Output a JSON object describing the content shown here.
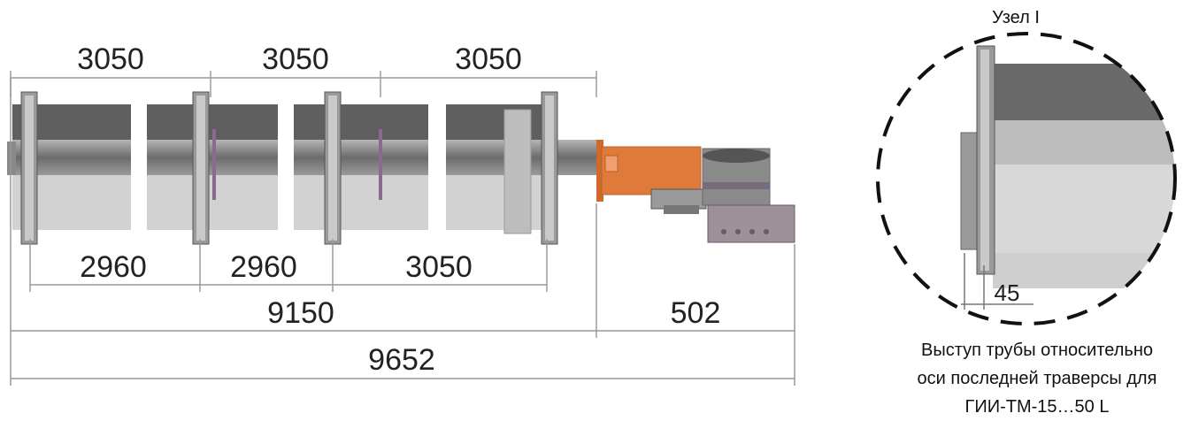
{
  "dimensions": {
    "top": [
      "3050",
      "3050",
      "3050"
    ],
    "bottom": [
      "2960",
      "2960",
      "3050"
    ],
    "section_length": "9150",
    "nozzle_length": "502",
    "total_length": "9652"
  },
  "detail": {
    "title": "Узел I",
    "offset": "45",
    "caption": [
      "Выступ трубы относительно",
      "оси последней траверсы для",
      "ГИИ-ТМ-15…50 L"
    ]
  },
  "colors": {
    "accent_orange": "#e07a3a",
    "pipe_dark": "#5f5f5f",
    "pipe_mid": "#8a8a8a",
    "pipe_light": "#d2d2d2",
    "dim_line": "#9a9a9a",
    "burner_purple": "#7a6a7e"
  }
}
